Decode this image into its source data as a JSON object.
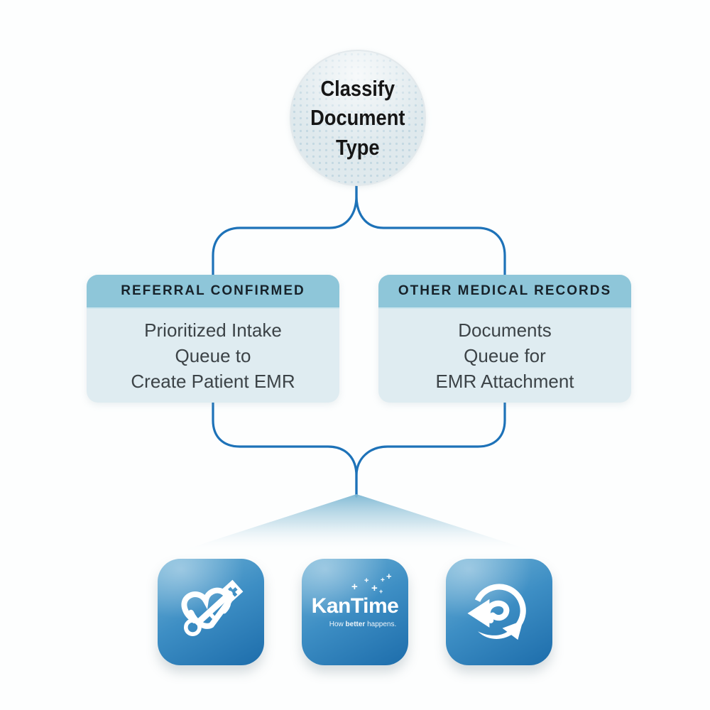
{
  "root_node": {
    "label": "Classify\nDocument\nType"
  },
  "branch_nodes": [
    {
      "header": "REFERRAL CONFIRMED",
      "body": "Prioritized Intake\nQueue to\nCreate Patient EMR"
    },
    {
      "header": "OTHER MEDICAL RECORDS",
      "body": "Documents\nQueue for\nEMR Attachment"
    }
  ],
  "app_tiles": [
    {
      "name": "heart-key-emr-app"
    },
    {
      "name": "kantime-app",
      "logo": "KanTime",
      "tagline_pre": "How ",
      "tagline_bold": "better",
      "tagline_post": " happens.",
      "sparkle_char": "+"
    },
    {
      "name": "sync-arrows-app"
    }
  ],
  "colors": {
    "connector_line": "#1d72b8",
    "node_header_bg": "#8ec6d9",
    "node_body_bg": "#dfecf1",
    "circle_fill": "#dfe9ed",
    "circle_dot": "#c3d8e2",
    "tile_blue_light": "#6fb2d6",
    "tile_blue_dark": "#1d6dab",
    "fan_triangle": "#7cb7d3",
    "text_dark": "#161616",
    "text_body": "#3c4347"
  }
}
